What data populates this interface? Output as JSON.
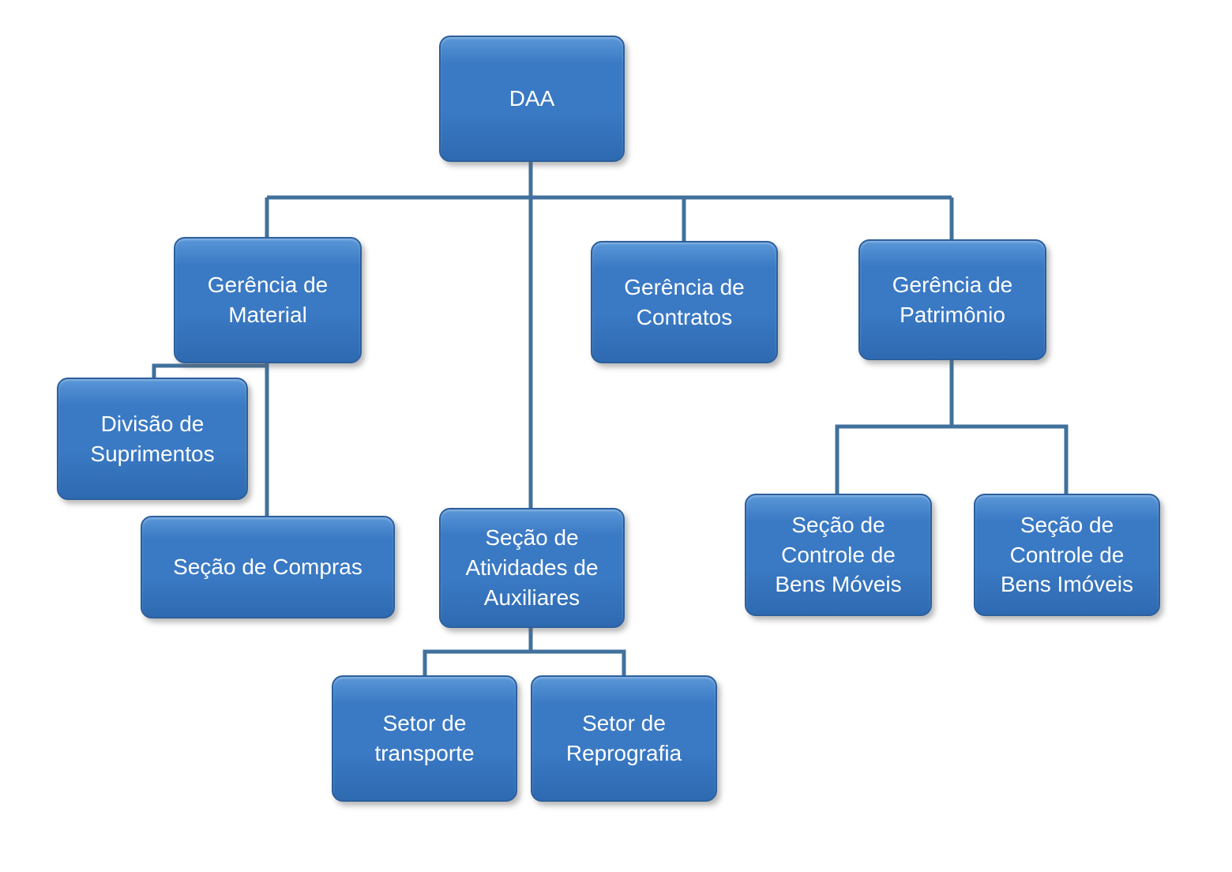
{
  "diagram": {
    "type": "org-chart",
    "nodes": {
      "daa": {
        "label": "DAA"
      },
      "material": {
        "label": "Gerência de Material"
      },
      "contratos": {
        "label": "Gerência de Contratos"
      },
      "patrimonio": {
        "label": "Gerência de Patrimônio"
      },
      "suprimentos": {
        "label": "Divisão de Suprimentos"
      },
      "compras": {
        "label": "Seção de Compras"
      },
      "atividades": {
        "label": "Seção  de Atividades de Auxiliares"
      },
      "bens_moveis": {
        "label": "Seção  de Controle de Bens  Móveis"
      },
      "bens_imoveis": {
        "label": "Seção  de Controle de Bens  Imóveis"
      },
      "transporte": {
        "label": "Setor de transporte"
      },
      "reprografia": {
        "label": "Setor de Reprografia"
      }
    },
    "hierarchy": {
      "DAA": [
        "Gerência de Material",
        "Gerência de Contratos",
        "Gerência de Patrimônio",
        "Seção  de Atividades de Auxiliares"
      ],
      "Gerência de Material": [
        "Divisão de Suprimentos",
        "Seção de Compras"
      ],
      "Gerência de Patrimônio": [
        "Seção  de Controle de Bens  Móveis",
        "Seção  de Controle de Bens  Imóveis"
      ],
      "Seção  de Atividades de Auxiliares": [
        "Setor de transporte",
        "Setor de Reprografia"
      ]
    },
    "colors": {
      "box_fill_top": "#5a97d8",
      "box_fill_mid": "#3a79c4",
      "box_fill_bottom": "#2e6ab1",
      "box_border": "#2c5f9c",
      "connector": "#41719c",
      "text": "#ffffff"
    }
  }
}
